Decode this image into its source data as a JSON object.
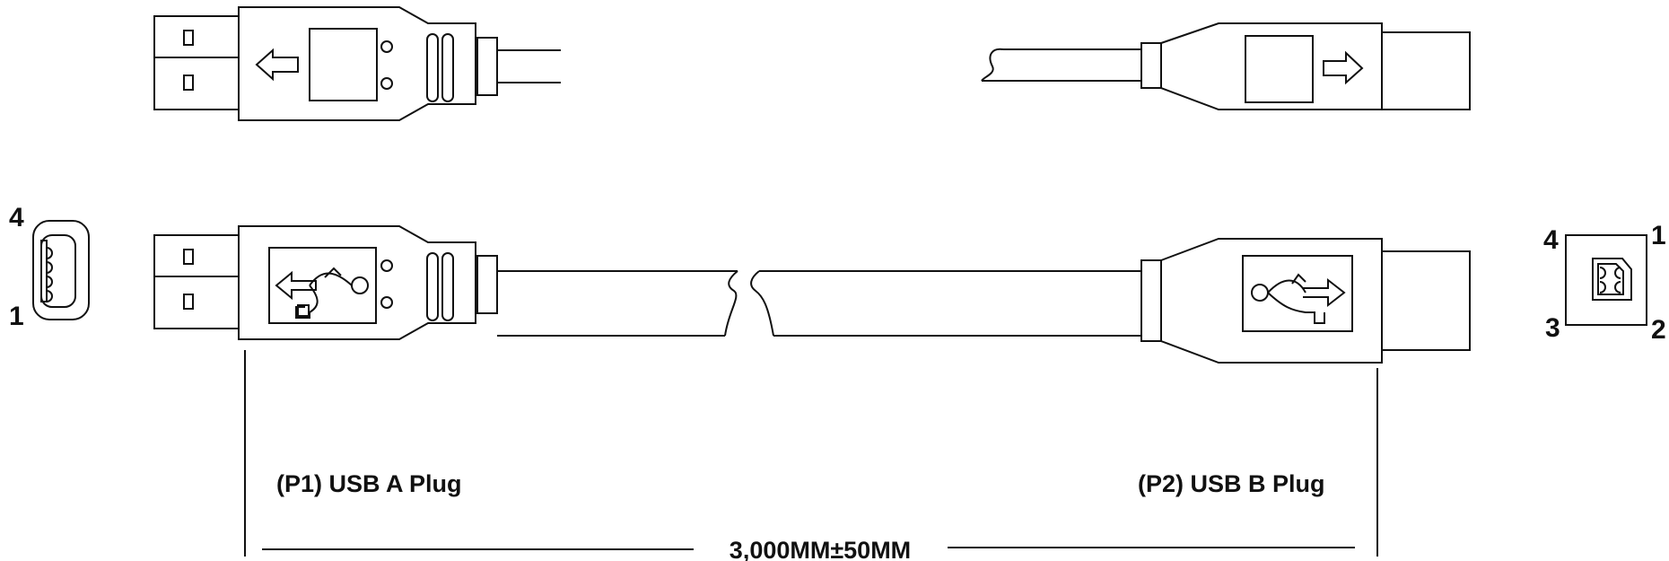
{
  "labels": {
    "p1": "(P1) USB A Plug",
    "p2": "(P2) USB B Plug",
    "dimension": "3,000MM±50MM"
  },
  "pins": {
    "a_top": "4",
    "a_bottom": "1",
    "b_top_left": "4",
    "b_top_right": "1",
    "b_bottom_left": "3",
    "b_bottom_right": "2"
  },
  "icons": {
    "usb_trident": "usb-icon",
    "direction_arrow": "arrow-icon"
  },
  "colors": {
    "stroke": "#111111",
    "background": "#ffffff"
  }
}
